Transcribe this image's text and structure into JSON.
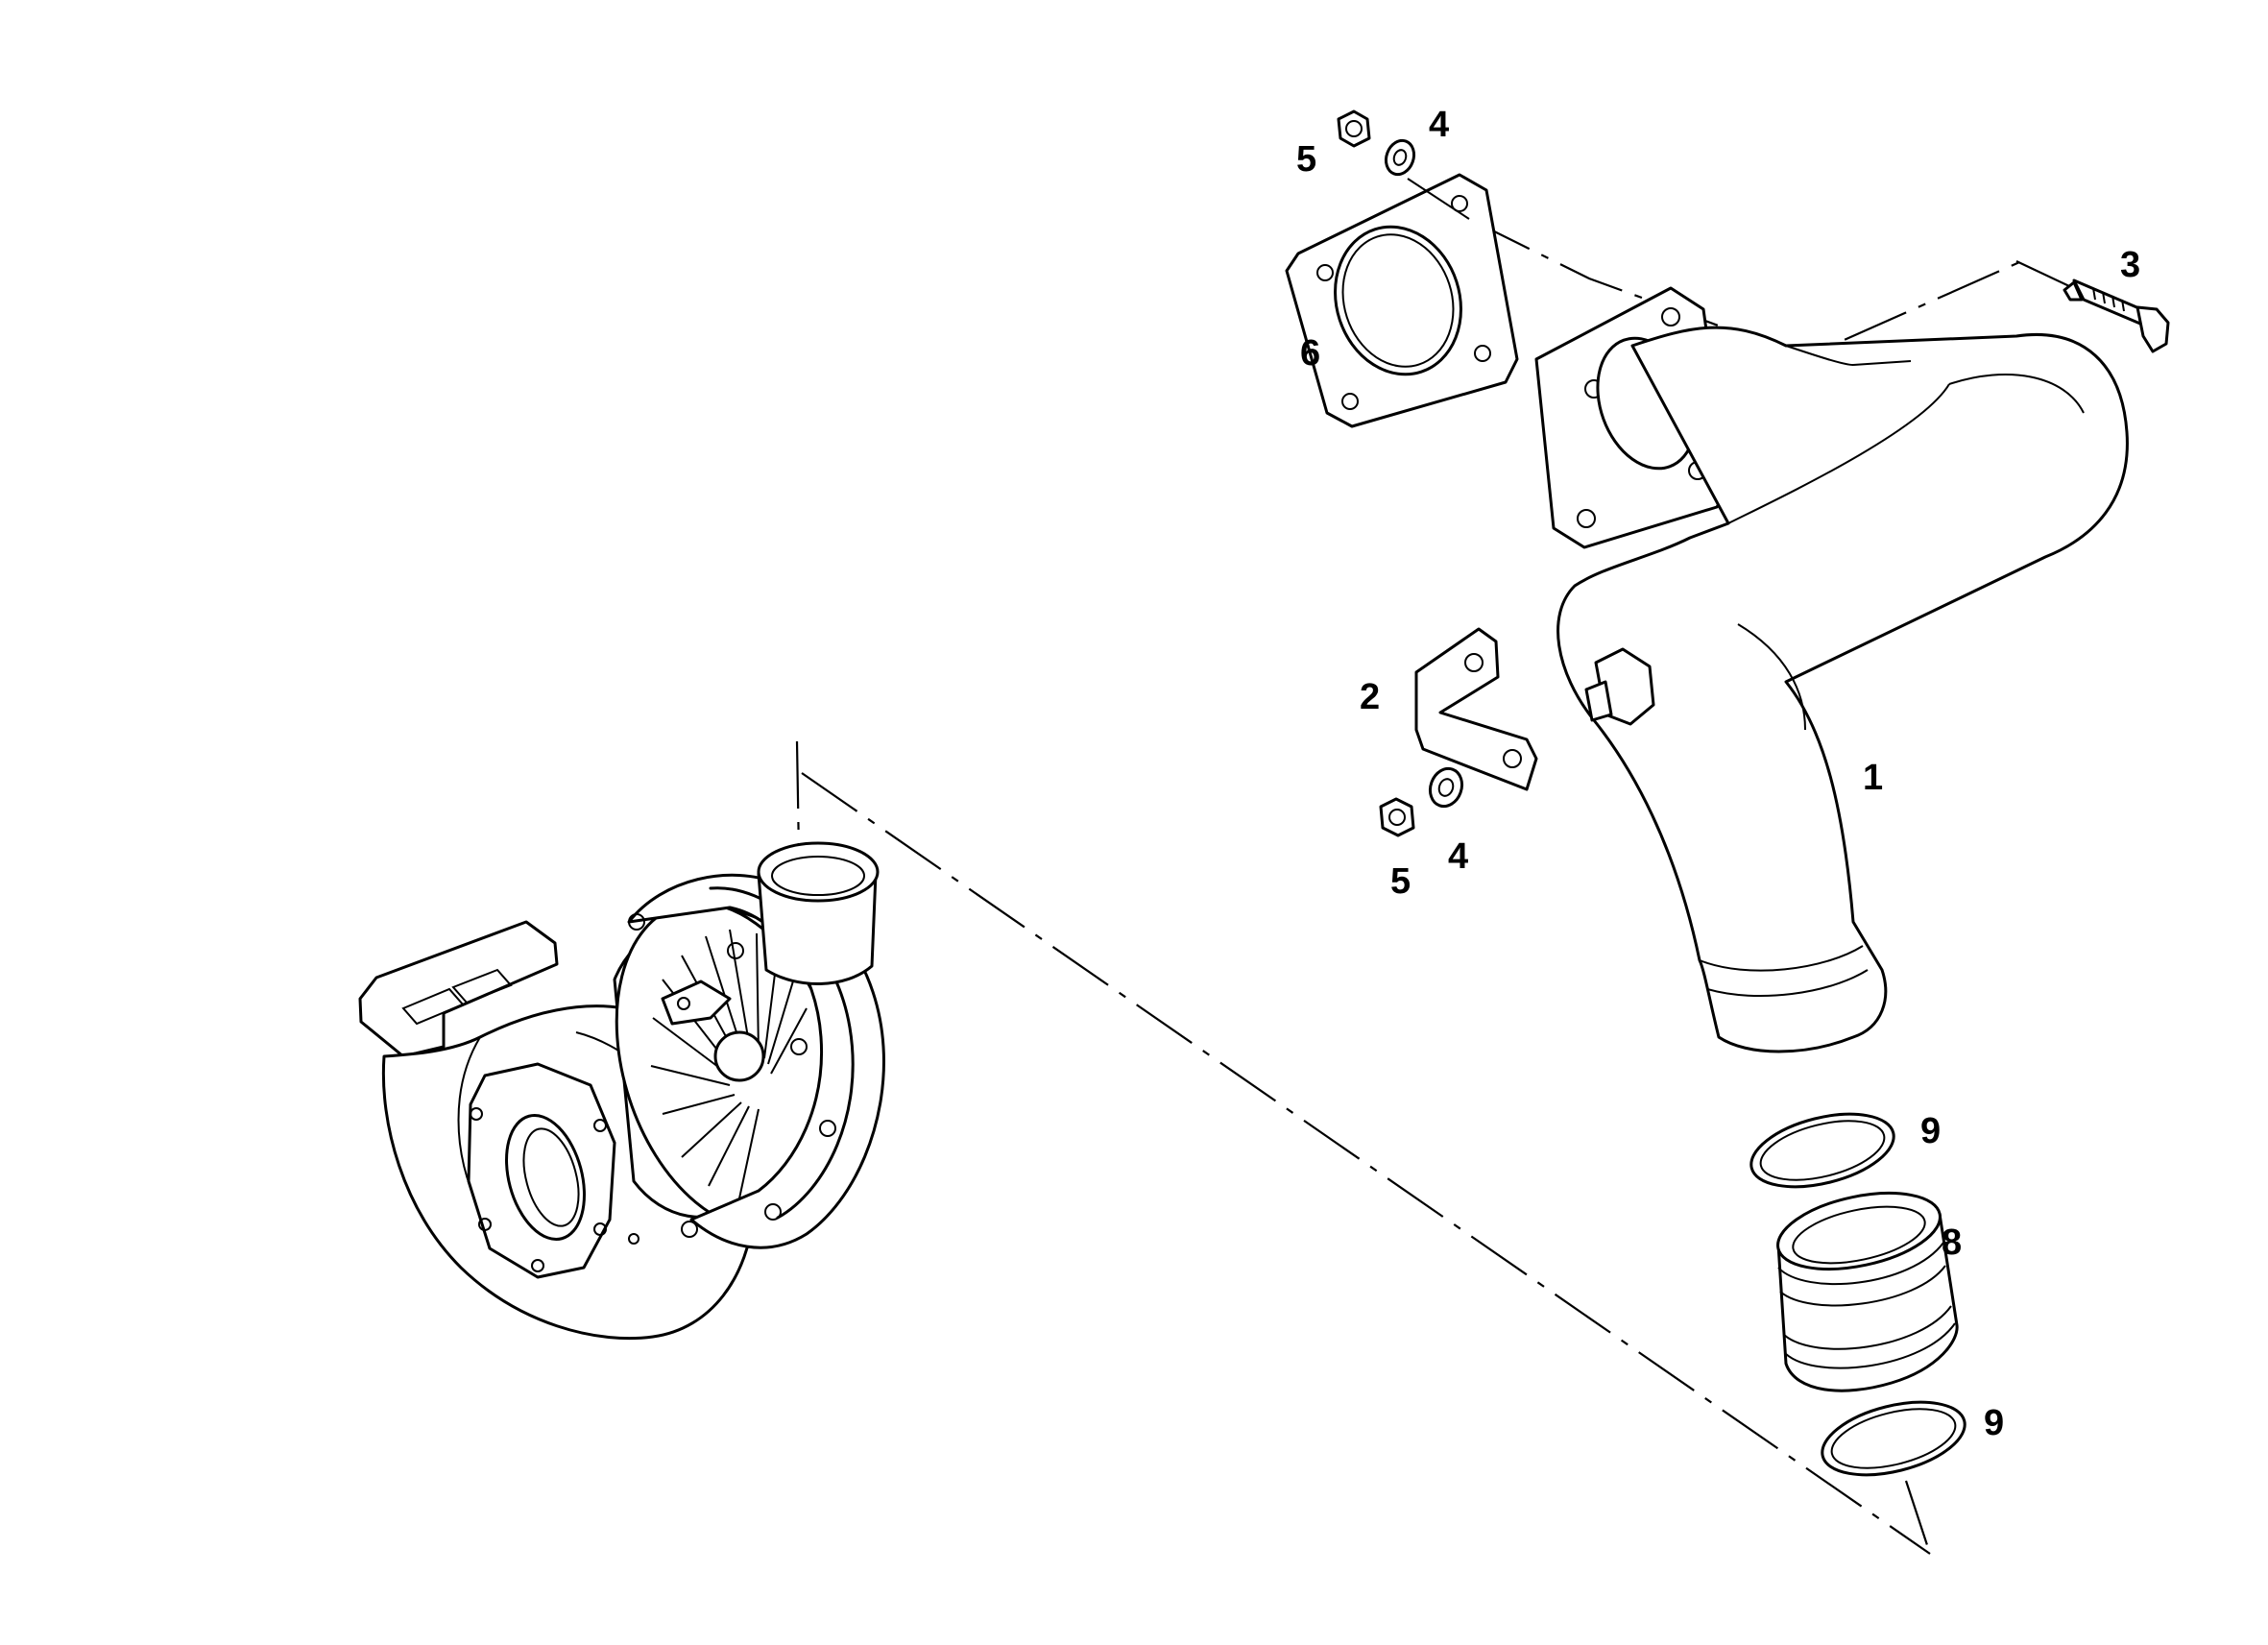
{
  "callouts": {
    "c1": "1",
    "c2": "2",
    "c3": "3",
    "c4_top": "4",
    "c4_bottom": "4",
    "c5_top": "5",
    "c5_bottom": "5",
    "c6": "6",
    "c8": "8",
    "c9_top": "9",
    "c9_bottom": "9"
  }
}
